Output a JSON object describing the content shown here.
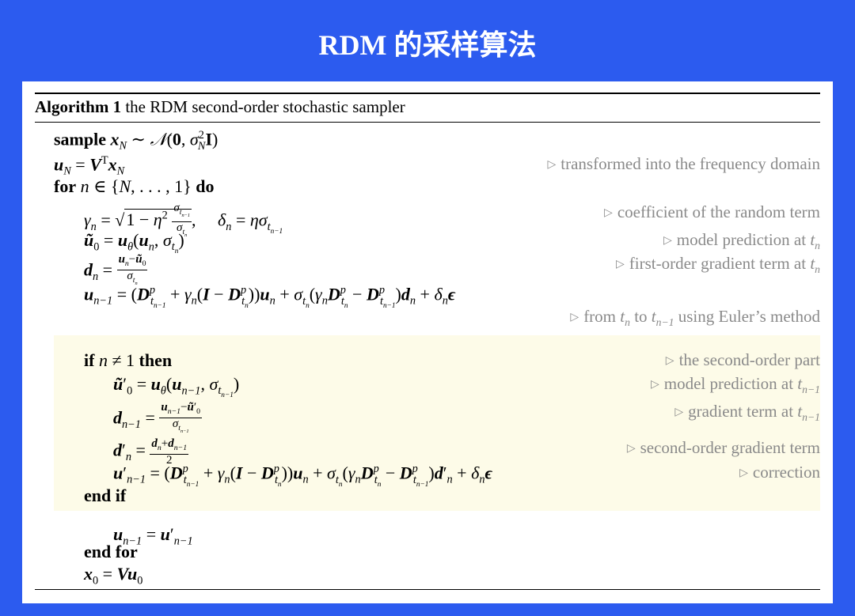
{
  "page_title": "RDM 的采样算法",
  "algorithm": {
    "label": "Algorithm 1",
    "title": "the RDM second-order stochastic sampler"
  },
  "keywords": {
    "sample": "sample",
    "for": "for",
    "do": "do",
    "if": "if",
    "then": "then",
    "end_if": "end if",
    "end_for": "end for"
  },
  "lines": [
    {
      "id": "l1",
      "comment": ""
    },
    {
      "id": "l2",
      "comment": "transformed into the frequency domain"
    },
    {
      "id": "l3",
      "comment": ""
    },
    {
      "id": "l4",
      "comment": "coefficient of the random term"
    },
    {
      "id": "l5",
      "comment": "model prediction at t_n"
    },
    {
      "id": "l6",
      "comment": "first-order gradient term at t_n"
    },
    {
      "id": "l7",
      "comment": ""
    },
    {
      "id": "l8",
      "comment": "from t_n to t_{n-1} using Euler’s method"
    },
    {
      "id": "l9",
      "comment": "the second-order part"
    },
    {
      "id": "l10",
      "comment": "model prediction at t_{n-1}"
    },
    {
      "id": "l11",
      "comment": "gradient term at t_{n-1}"
    },
    {
      "id": "l12",
      "comment": "second-order gradient term"
    },
    {
      "id": "l13",
      "comment": "correction"
    }
  ],
  "comment_texts": {
    "l2": "transformed into the frequency domain",
    "l4": "coefficient of the random term",
    "l5_pre": "model prediction at",
    "l6_pre": "first-order gradient term at",
    "l8_pre": "from",
    "l8_mid": "to",
    "l8_post": "using Euler’s method",
    "l9": "the second-order part",
    "l10_pre": "model prediction at",
    "l11_pre": "gradient term at",
    "l12": "second-order gradient term",
    "l13": "correction"
  },
  "colors": {
    "background": "#2c5bef",
    "panel": "#ffffff",
    "highlight": "#fdfbe8",
    "comment": "#8a8a8a"
  }
}
